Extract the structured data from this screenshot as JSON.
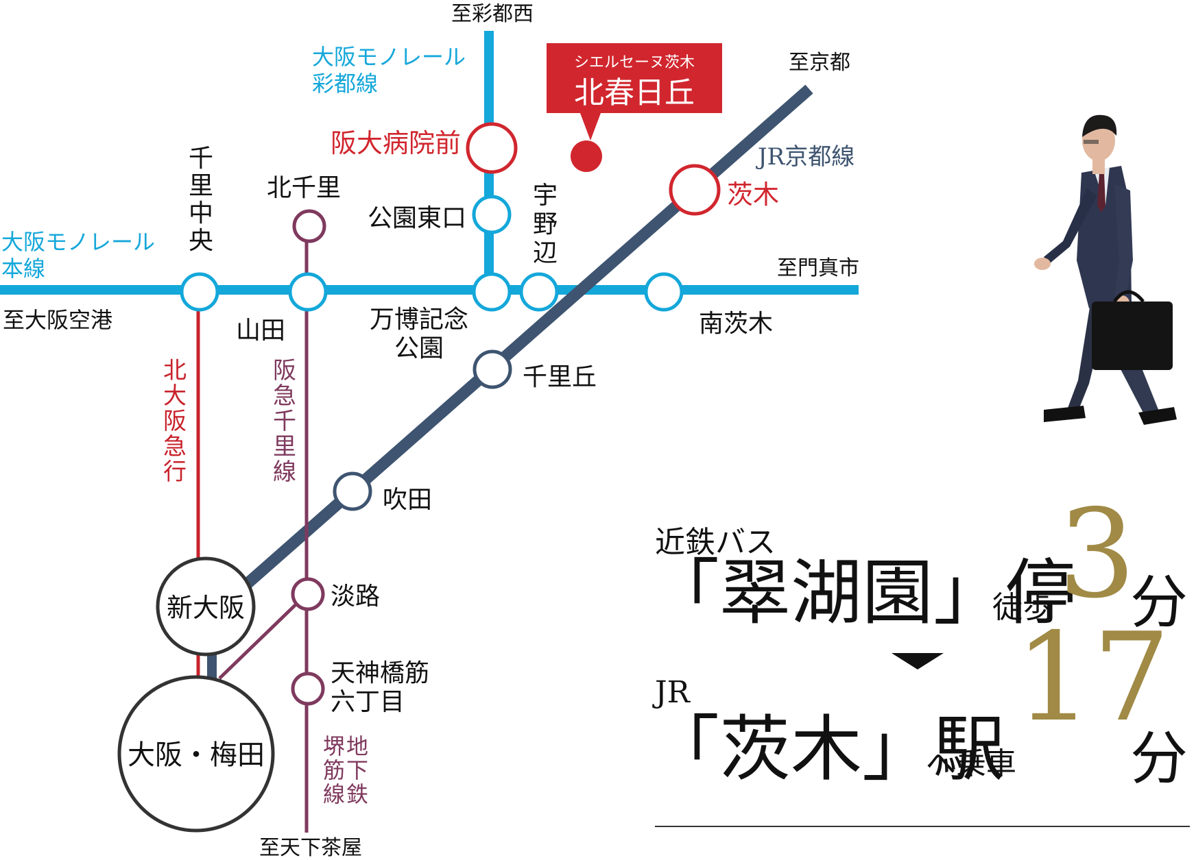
{
  "colors": {
    "monorail": "#14a7da",
    "jr": "#3e5470",
    "kitaosaka": "#c8232c",
    "hankyu": "#7f3a5e",
    "station_red": "#d1262e",
    "gold": "#a08a45",
    "dark": "#333333"
  },
  "map": {
    "to_saito_nishi": "至彩都西",
    "saito_line": [
      "大阪モノレール",
      "彩都線"
    ],
    "property_label_small": "シエルセーヌ茨木",
    "property_label_big": "北春日丘",
    "to_kyoto": "至京都",
    "jr_kyoto_line": "JR京都線",
    "handai_byoin_mae": "阪大病院前",
    "ibaraki": "茨木",
    "kita_senri": "北千里",
    "senri_chuo": [
      "千",
      "里",
      "中",
      "央"
    ],
    "koen_higashiguchi": "公園東口",
    "uno_be": [
      "宇",
      "野",
      "辺"
    ],
    "main_line": [
      "大阪モノレール",
      "本線"
    ],
    "to_kadoma": "至門真市",
    "to_osaka_airport": "至大阪空港",
    "yamada": "山田",
    "banpaku": [
      "万博記念",
      "公園"
    ],
    "minami_ibaraki": "南茨木",
    "senrioka": "千里丘",
    "kitaosaka_line": [
      "北",
      "大",
      "阪",
      "急",
      "行"
    ],
    "hankyu_senri_line": [
      "阪",
      "急",
      "千",
      "里",
      "線"
    ],
    "suita": "吹田",
    "shin_osaka": "新大阪",
    "awaji": "淡路",
    "tenjinbashi": [
      "天神橋筋",
      "六丁目"
    ],
    "osaka_umeda": "大阪・梅田",
    "sakaisuji_line": [
      "堺",
      "地",
      "筋",
      "下",
      "線",
      "鉄"
    ],
    "to_tengachaya": "至天下茶屋"
  },
  "access": {
    "bus_company": "近鉄バス",
    "bus_stop": "「翠湖園」停",
    "walk_label": "徒歩",
    "walk_minutes": "3",
    "minute_unit": "分",
    "jr_label": "JR",
    "station": "「茨木」駅",
    "ride_label": "へ乗車",
    "ride_minutes": "17"
  }
}
